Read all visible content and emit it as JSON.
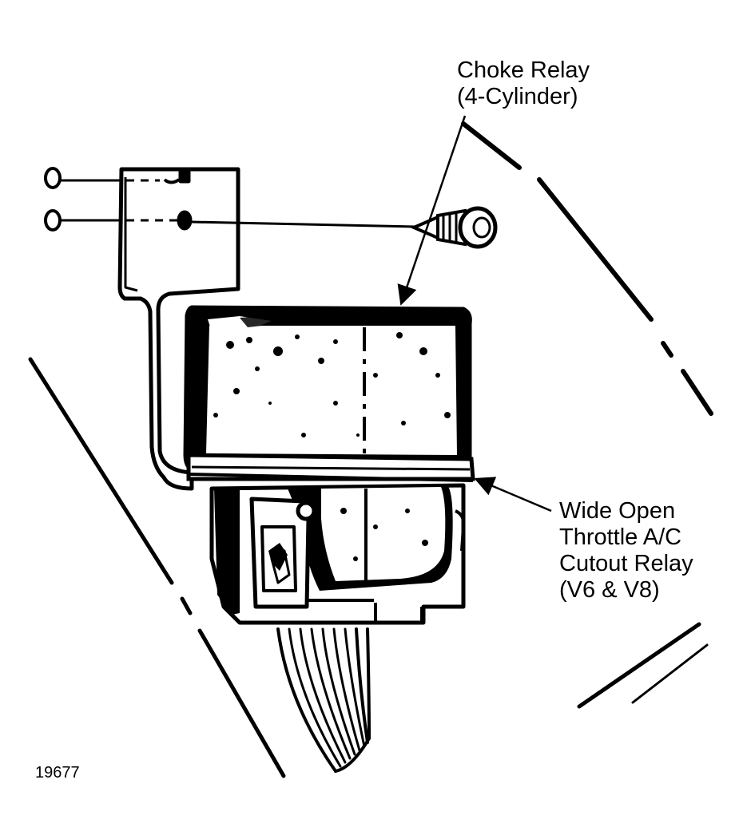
{
  "labels": {
    "choke_relay": {
      "line1": "Choke Relay",
      "line2": "(4-Cylinder)"
    },
    "wot_relay": {
      "line1": "Wide Open",
      "line2": "Throttle A/C",
      "line3": "Cutout Relay",
      "line4": "(V6 & V8)"
    }
  },
  "figure_number": "19677"
}
